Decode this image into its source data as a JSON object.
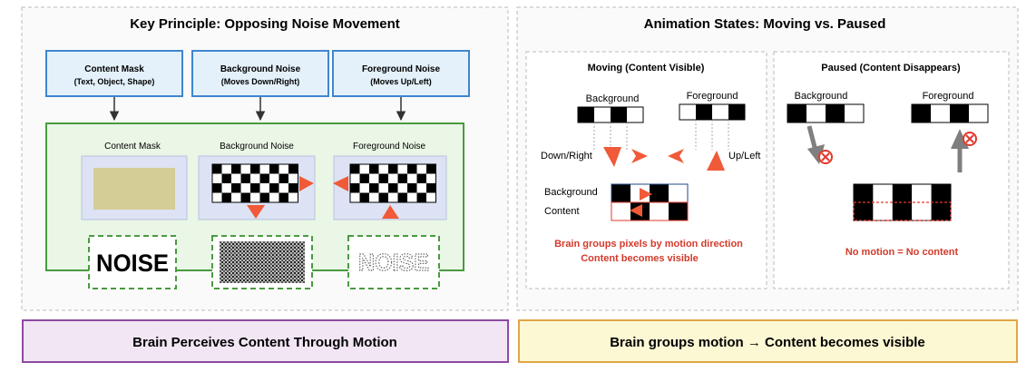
{
  "colors": {
    "accent_red": "#f05a38",
    "deep_red": "#d33a2b",
    "blue_border": "#3f86cf",
    "blue_fill": "#e4f1fb",
    "green_border": "#4a9a41",
    "green_fill": "#eaf6e6",
    "lavender": "#dde3f4",
    "khaki": "#d4cd95",
    "purple_border": "#8d4aa3",
    "purple_fill": "#f2e6f5",
    "orange_border": "#e0a646",
    "yellow_fill": "#fdf8d4",
    "gray_arrow": "#7f7f7f"
  },
  "left_panel": {
    "title": "Key Principle: Opposing Noise Movement",
    "boxes": [
      {
        "title": "Content Mask",
        "subtitle": "(Text, Object, Shape)"
      },
      {
        "title": "Background Noise",
        "subtitle": "(Moves Down/Right)"
      },
      {
        "title": "Foreground Noise",
        "subtitle": "(Moves Up/Left)"
      }
    ],
    "inner_labels": [
      "Content Mask",
      "Background Noise",
      "Foreground Noise"
    ],
    "noise_word": "NOISE",
    "noise_word_dotted": "NOISE"
  },
  "right_panel": {
    "title": "Animation States: Moving vs. Paused",
    "moving": {
      "title": "Moving (Content Visible)",
      "background_label": "Background",
      "foreground_label": "Foreground",
      "down_right": "Down/Right",
      "up_left": "Up/Left",
      "row_background": "Background",
      "row_content": "Content",
      "caption_line1": "Brain groups pixels by motion direction",
      "caption_line2": "Content becomes visible"
    },
    "paused": {
      "title": "Paused (Content Disappears)",
      "background_label": "Background",
      "foreground_label": "Foreground",
      "caption": "No motion = No content"
    }
  },
  "footer": {
    "left": "Brain Perceives Content Through Motion",
    "right": "Brain groups motion → Content becomes visible"
  }
}
